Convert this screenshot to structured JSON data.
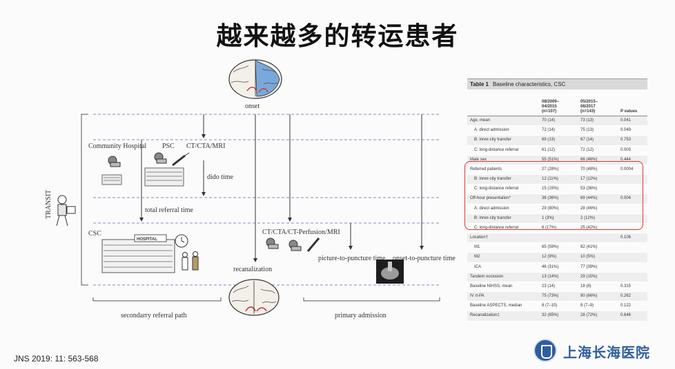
{
  "slide": {
    "title": "越来越多的转运患者",
    "citation": "JNS 2019: 11: 563-568",
    "logo_text": "上海长海医院"
  },
  "diagram": {
    "onset": "onset",
    "community_hospital": "Community Hospital",
    "psc": "PSC",
    "ct_cta_mri": "CT/CTA/MRI",
    "dido_time": "dido time",
    "transit": "TRANSIT",
    "total_referral_time": "total referral time",
    "csc": "CSC",
    "hospital_sign": "HOSPITAL",
    "ct_perfusion": "CT/CTA/CT-Perfusion/MRI",
    "picture_to_puncture": "picture-to-puncture time",
    "onset_to_puncture": "onset-to-puncture time",
    "recanalization": "recanalization",
    "secondary_referral_path": "secondarry referral path",
    "primary_admission": "primary admission"
  },
  "table": {
    "label": "Table 1",
    "caption": "Baseline characteristics, CSC",
    "col1": [
      "08/2009–",
      "04/2015",
      "(n=107)"
    ],
    "col2": [
      "05/2015–",
      "06/2017",
      "(n=143)"
    ],
    "col3": "P values",
    "rows": [
      {
        "label": "Age, mean",
        "a": "70 (14)",
        "b": "73 (13)",
        "p": "0.041",
        "indent": false
      },
      {
        "label": "A: direct admission",
        "a": "72 (14)",
        "b": "75 (13)",
        "p": "0.049",
        "indent": true
      },
      {
        "label": "B: inner-city transfer",
        "a": "69 (13)",
        "b": "67 (14)",
        "p": "0.753",
        "indent": true
      },
      {
        "label": "C: long-distance referral",
        "a": "61 (12)",
        "b": "72 (12)",
        "p": "0.003",
        "indent": true
      },
      {
        "label": "Male sex",
        "a": "55 (51%)",
        "b": "66 (46%)",
        "p": "0.444",
        "indent": false
      },
      {
        "label": "Referred patients",
        "a": "27 (28%)",
        "b": "70 (48%)",
        "p": "0.0004",
        "indent": false
      },
      {
        "label": "B: inner-city transfer",
        "a": "12 (11%)",
        "b": "17 (12%)",
        "p": "",
        "indent": true
      },
      {
        "label": "C: long-distance referral",
        "a": "15 (15%)",
        "b": "53 (36%)",
        "p": "",
        "indent": true
      },
      {
        "label": "Off-hour presentation*",
        "a": "36 (36%)",
        "b": "69 (44%)",
        "p": "0.004",
        "indent": false
      },
      {
        "label": "A: direct admission",
        "a": "29 (80%)",
        "b": "28 (46%)",
        "p": "",
        "indent": true
      },
      {
        "label": "B: inner-city transfer",
        "a": "1 (3%)",
        "b": "2 (12%)",
        "p": "",
        "indent": true
      },
      {
        "label": "C: long-distance referral",
        "a": "6 (17%)",
        "b": "25 (42%)",
        "p": "",
        "indent": true
      },
      {
        "label": "Location†",
        "a": "",
        "b": "",
        "p": "0.106",
        "indent": false
      },
      {
        "label": "M1",
        "a": "65 (59%)",
        "b": "82 (41%)",
        "p": "",
        "indent": true
      },
      {
        "label": "M2",
        "a": "12 (9%)",
        "b": "10 (5%)",
        "p": "",
        "indent": true
      },
      {
        "label": "ICA",
        "a": "46 (31%)",
        "b": "77 (39%)",
        "p": "",
        "indent": true
      },
      {
        "label": "Tandem occlusion",
        "a": "13 (14%)",
        "b": "29 (15%)",
        "p": "",
        "indent": false
      },
      {
        "label": "Baseline NIHSS, mean",
        "a": "23 (14)",
        "b": "18 (6)",
        "p": "0.315",
        "indent": false
      },
      {
        "label": "IV rt-PA",
        "a": "75 (73%)",
        "b": "90 (66%)",
        "p": "0.262",
        "indent": false
      },
      {
        "label": "Baseline ASPECTS, median",
        "a": "8 (7–10)",
        "b": "8 (7–9)",
        "p": "0.122",
        "indent": false
      },
      {
        "label": "Recanalization‡",
        "a": "32 (65%)",
        "b": "28 (72%)",
        "p": "0.646",
        "indent": false
      }
    ]
  },
  "colors": {
    "accent_red": "#d33333",
    "brain_blue": "#6a9fd6",
    "brain_red": "#c23a3a",
    "logo_blue": "#2f5d9e"
  }
}
